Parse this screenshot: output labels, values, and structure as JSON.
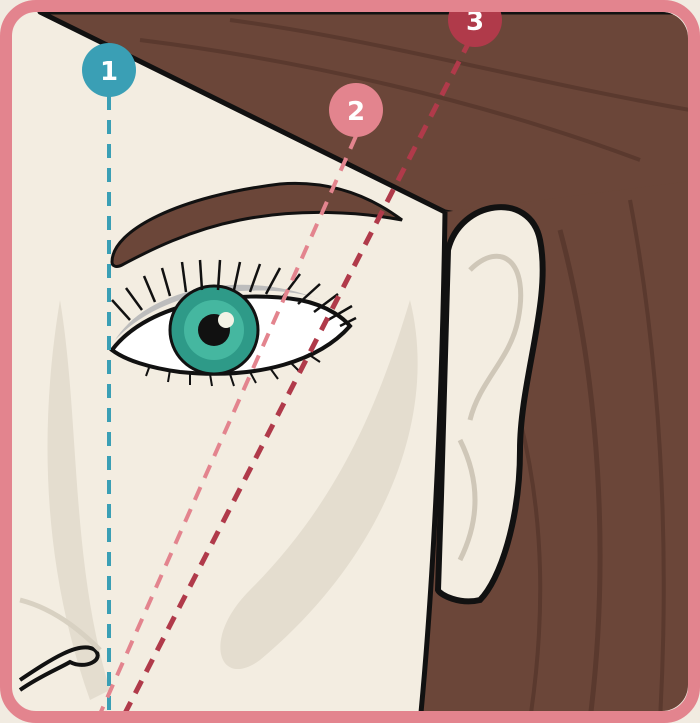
{
  "colors": {
    "frame": "#e3848e",
    "background": "#f1ebe1",
    "skin": "#f3ede1",
    "hair": "#6b4639",
    "hair_shadow": "#5a392e",
    "brow": "#6b4639",
    "iris": "#2e9a88",
    "line1": "#3a9fb5",
    "line2": "#e3848e",
    "line3": "#b03a4a",
    "outline": "#111111"
  },
  "markers": [
    {
      "label": "1",
      "color": "#3a9fb5"
    },
    {
      "label": "2",
      "color": "#e3848e"
    },
    {
      "label": "3",
      "color": "#b03a4a"
    }
  ]
}
